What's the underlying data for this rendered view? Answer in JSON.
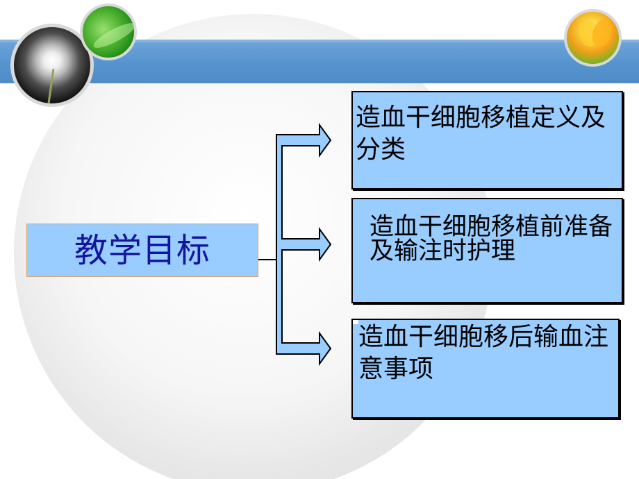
{
  "main": {
    "title": "教学目标"
  },
  "items": [
    {
      "label": "造血干细胞移植定义及分类"
    },
    {
      "label": "造血干细胞移植前准备及输注时护理"
    },
    {
      "label": "造血干细胞移后输血注意事项"
    }
  ],
  "colors": {
    "band": "#5694cf",
    "box_fill": "#99ccff",
    "title_text": "#14149c",
    "item_text": "#000000",
    "connector_fill": "#99ccff",
    "connector_stroke": "#000000"
  }
}
